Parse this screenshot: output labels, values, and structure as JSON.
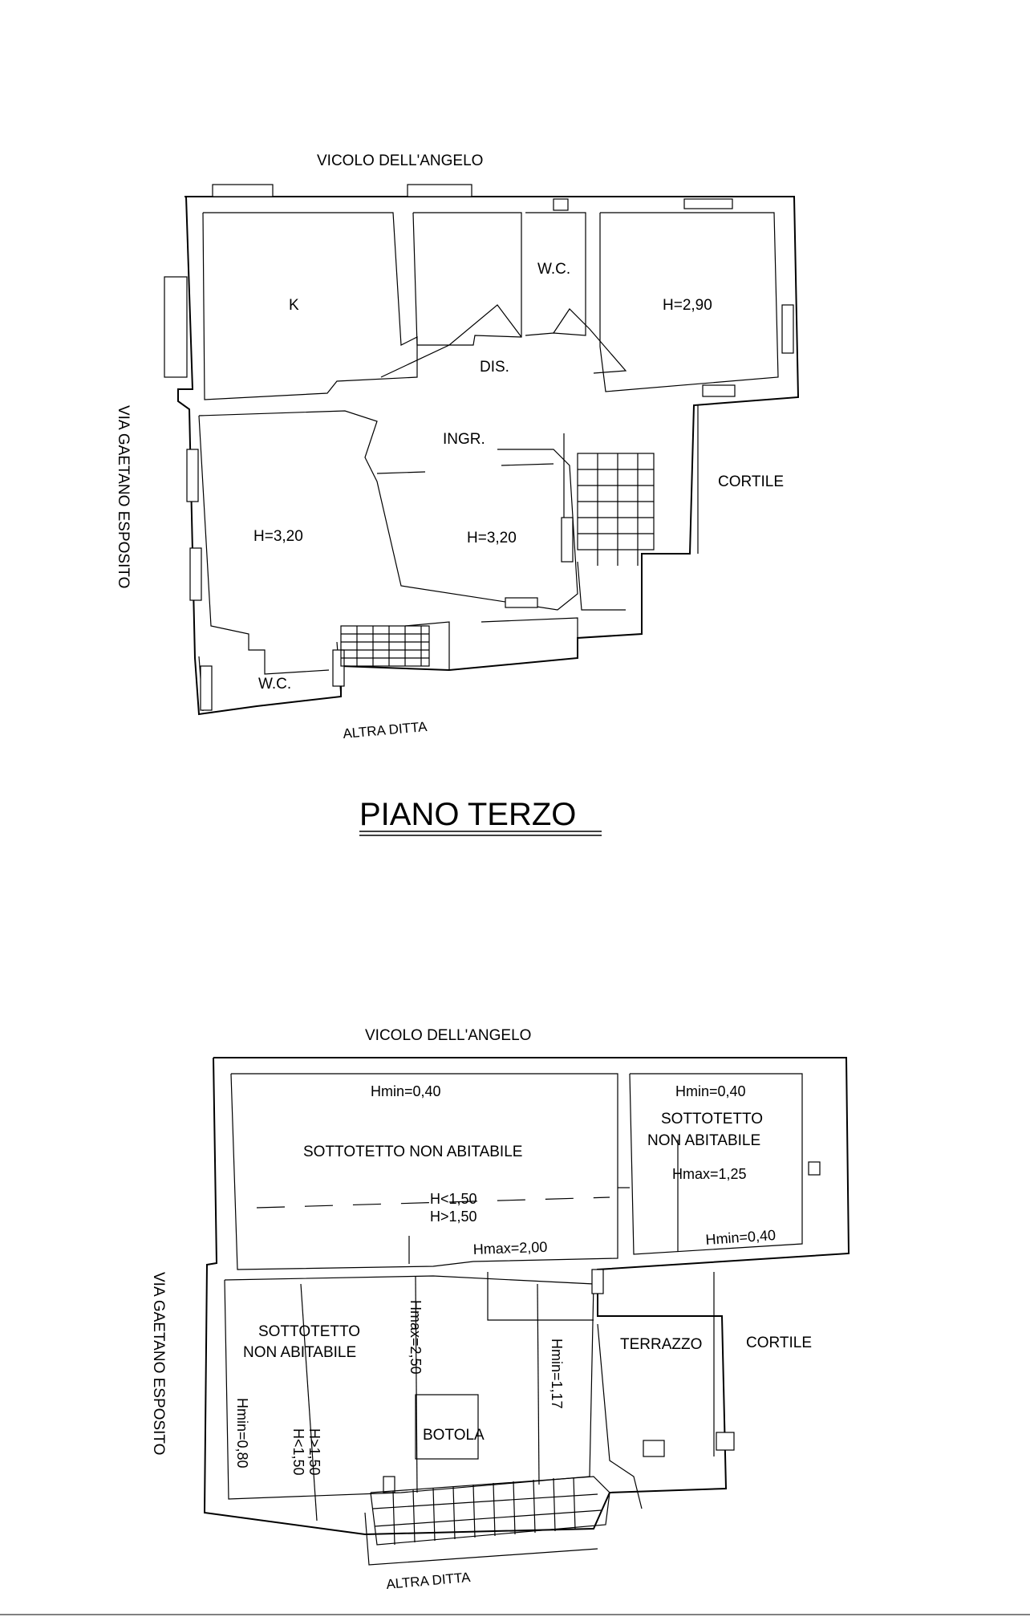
{
  "floor_third": {
    "street_top": "VICOLO DELL'ANGELO",
    "street_left": "VIA GAETANO ESPOSITO",
    "bottom_neighbor": "ALTRA DITTA",
    "courtyard": "CORTILE",
    "rooms": {
      "kitchen": "K",
      "wc_top": "W.C.",
      "height_right": "H=2,90",
      "hall": "DIS.",
      "entrance": "INGR.",
      "height_left": "H=3,20",
      "height_center": "H=3,20",
      "wc_bottom": "W.C."
    },
    "title": "PIANO TERZO"
  },
  "attic": {
    "street_top": "VICOLO DELL'ANGELO",
    "street_left": "VIA GAETANO ESPOSITO",
    "bottom_neighbor": "ALTRA DITTA",
    "courtyard": "CORTILE",
    "terrace": "TERRAZZO",
    "hatch": "BOTOLA",
    "labels": {
      "hmin_a": "Hmin=0,40",
      "attic_a": "SOTTOTETTO NON ABITABILE",
      "h_less": "H<1,50",
      "h_more": "H>1,50",
      "hmax_2": "Hmax=2,00",
      "hmin_b": "Hmin=0,40",
      "attic_b_1": "SOTTOTETTO",
      "attic_b_2": "NON ABITABILE",
      "hmax_125": "Hmax=1,25",
      "hmin_c": "Hmin=0,40",
      "attic_c_1": "SOTTOTETTO",
      "attic_c_2": "NON ABITABILE",
      "hmax_250": "Hmax=2,50",
      "hmin_117": "Hmin=1,17",
      "hmin_080": "Hmin=0,80",
      "h_more_v": "H>1,50",
      "h_less_v": "H<1,50"
    }
  }
}
